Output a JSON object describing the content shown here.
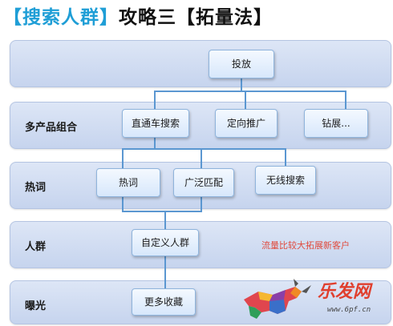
{
  "title": {
    "highlight": "【搜索人群】",
    "rest": "攻略三【拓量法】"
  },
  "rows": [
    {
      "label": ""
    },
    {
      "label": "多产品组合"
    },
    {
      "label": "热词"
    },
    {
      "label": "人群"
    },
    {
      "label": "曝光"
    }
  ],
  "nodes": {
    "toufang": "投放",
    "zhitongche": "直通车搜索",
    "dingxiang": "定向推广",
    "zuanzhan": "钻展...",
    "reci": "热词",
    "guangfan": "广泛匹配",
    "wuxian": "无线搜索",
    "zidingyi": "自定义人群",
    "gengduo": "更多收藏"
  },
  "note": "流量比较大拓展新客户",
  "logo": {
    "text": "乐发网",
    "url": "www.6pf.cn"
  }
}
